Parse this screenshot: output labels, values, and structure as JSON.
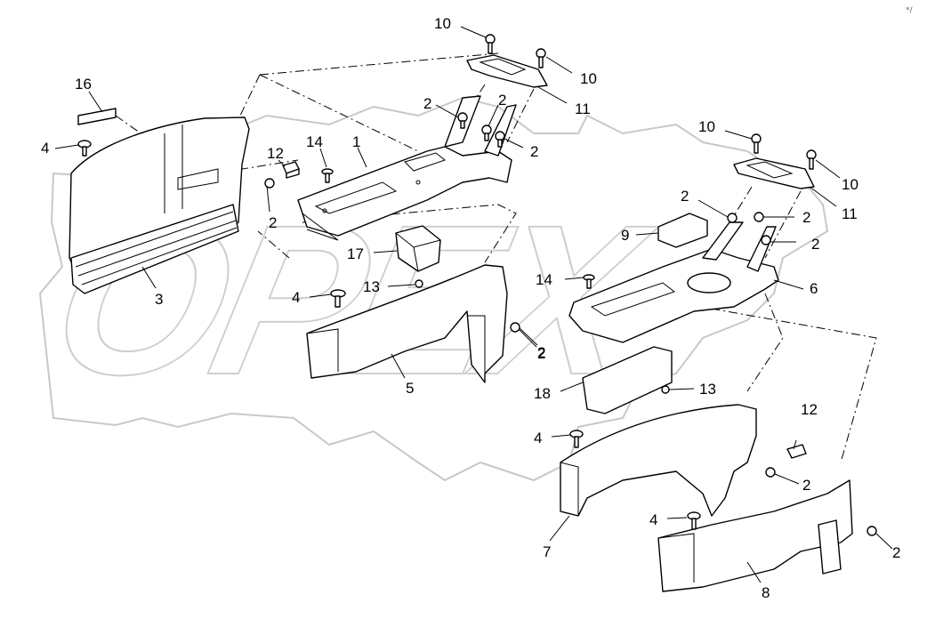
{
  "diagram": {
    "watermark": "OPEX",
    "corner_mark": "*/",
    "callouts": [
      {
        "id": "c10a",
        "text": "10"
      },
      {
        "id": "c10b",
        "text": "10"
      },
      {
        "id": "c11a",
        "text": "11"
      },
      {
        "id": "c2a",
        "text": "2"
      },
      {
        "id": "c2b",
        "text": "2"
      },
      {
        "id": "c2c",
        "text": "2"
      },
      {
        "id": "c16",
        "text": "16"
      },
      {
        "id": "c4a",
        "text": "4"
      },
      {
        "id": "c12a",
        "text": "12"
      },
      {
        "id": "c14a",
        "text": "14"
      },
      {
        "id": "c1",
        "text": "1"
      },
      {
        "id": "c2d",
        "text": "2"
      },
      {
        "id": "c3",
        "text": "3"
      },
      {
        "id": "c17",
        "text": "17"
      },
      {
        "id": "c13a",
        "text": "13"
      },
      {
        "id": "c4b",
        "text": "4"
      },
      {
        "id": "c5",
        "text": "5"
      },
      {
        "id": "c2e",
        "text": "2"
      },
      {
        "id": "c10c",
        "text": "10"
      },
      {
        "id": "c10d",
        "text": "10"
      },
      {
        "id": "c11b",
        "text": "11"
      },
      {
        "id": "c2f",
        "text": "2"
      },
      {
        "id": "c2g",
        "text": "2"
      },
      {
        "id": "c9",
        "text": "9"
      },
      {
        "id": "c2h",
        "text": "2"
      },
      {
        "id": "c14b",
        "text": "14"
      },
      {
        "id": "c6",
        "text": "6"
      },
      {
        "id": "c2i",
        "text": "2"
      },
      {
        "id": "c18",
        "text": "18"
      },
      {
        "id": "c13b",
        "text": "13"
      },
      {
        "id": "c12b",
        "text": "12"
      },
      {
        "id": "c4c",
        "text": "4"
      },
      {
        "id": "c2j",
        "text": "2"
      },
      {
        "id": "c7",
        "text": "7"
      },
      {
        "id": "c4d",
        "text": "4"
      },
      {
        "id": "c2k",
        "text": "2"
      },
      {
        "id": "c8",
        "text": "8"
      }
    ]
  }
}
